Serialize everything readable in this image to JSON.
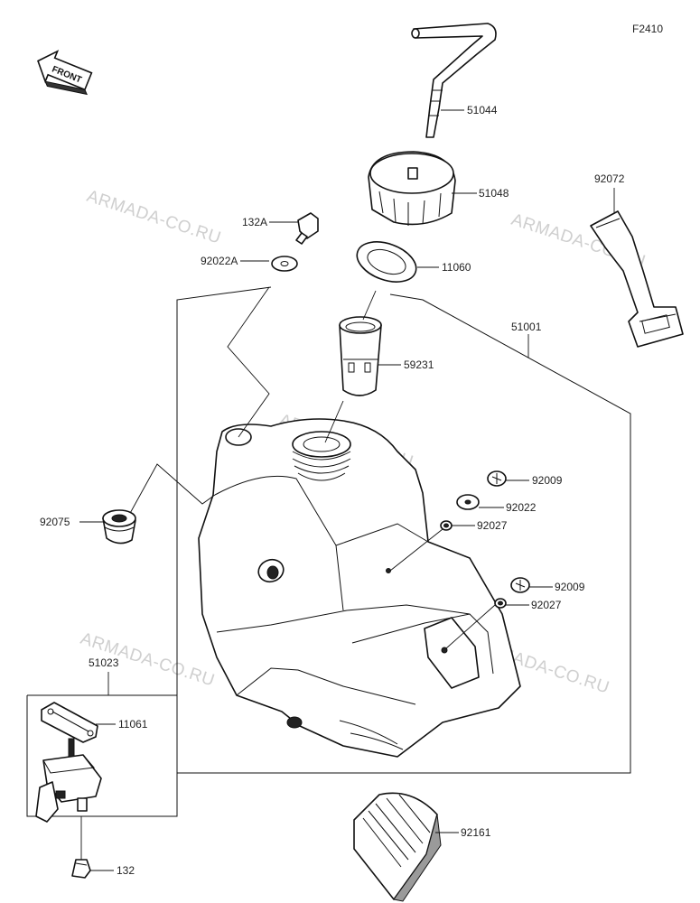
{
  "figure_code": "F2410",
  "front_label": "FRONT",
  "watermark": "ARMADA-CO.RU",
  "parts": {
    "p51044": "51044",
    "p51048": "51048",
    "p92072": "92072",
    "p132A": "132A",
    "p92022A": "92022A",
    "p11060": "11060",
    "p51001": "51001",
    "p59231": "59231",
    "p92009a": "92009",
    "p92022": "92022",
    "p92027a": "92027",
    "p92075": "92075",
    "p92009b": "92009",
    "p92027b": "92027",
    "p51023": "51023",
    "p11061": "11061",
    "p92161": "92161",
    "p132": "132"
  }
}
